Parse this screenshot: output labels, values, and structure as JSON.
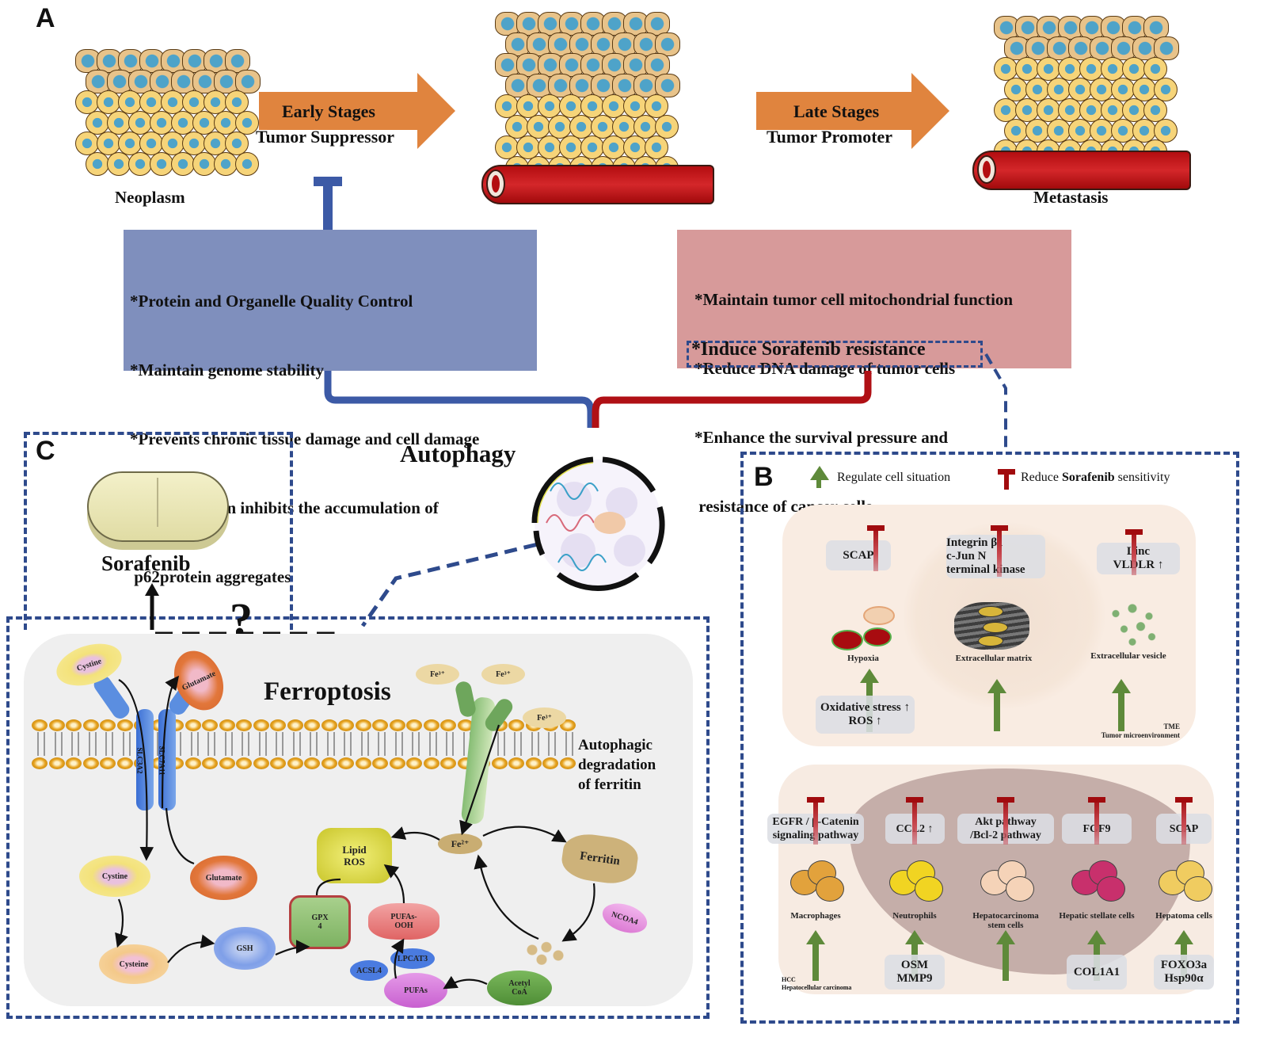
{
  "panels": {
    "a": "A",
    "b": "B",
    "c": "C"
  },
  "panel_a": {
    "neoplasm_label": "Neoplasm",
    "metastasis_label": "Metastasis",
    "early_arrow": {
      "title": "Early Stages",
      "subtitle": "Tumor Suppressor"
    },
    "late_arrow": {
      "title": "Late Stages",
      "subtitle": "Tumor Promoter"
    },
    "suppressor_box": {
      "color": "#7f8fbd",
      "lines": [
        "*Protein and Organelle Quality Control",
        "*Maintain genome stability",
        "*Prevents chronic tissue damage and cell damage",
        "*Inflammation inhibits the accumulation of",
        " p62protein aggregates"
      ]
    },
    "promoter_box": {
      "color": "#d79a9a",
      "lines": [
        "*Maintain tumor cell mitochondrial function",
        "*Reduce DNA damage of tumor cells",
        "*Enhance the survival pressure and",
        " resistance of cancer cells"
      ],
      "highlight": "*Induce Sorafenib resistance"
    },
    "autophagy_label": "Autophagy"
  },
  "panel_b": {
    "legend": {
      "regulate": "Regulate cell situation",
      "reduce_prefix": "Reduce ",
      "reduce_bold": "Sorafenib",
      "reduce_suffix": " sensitivity"
    },
    "tme": {
      "caption_line1": "TME",
      "caption_line2": "Tumor microenvironment",
      "items": [
        {
          "inhibitor": [
            "SCAP"
          ],
          "label": "Hypoxia",
          "regulator": [
            "Oxidative stress ↑",
            "ROS ↑"
          ]
        },
        {
          "inhibitor": [
            "Integrin β1",
            "c-Jun N",
            "terminal kinase"
          ],
          "label": "Extracellular matrix",
          "regulator": []
        },
        {
          "inhibitor": [
            "Linc",
            "VLDLR ↑"
          ],
          "label": "Extracellular vesicle",
          "regulator": []
        }
      ]
    },
    "hcc": {
      "caption_line1": "HCC",
      "caption_line2": "Hepatocellular carcinoma",
      "items": [
        {
          "inhibitor": [
            "EGFR / β-Catenin",
            "signaling pathway"
          ],
          "label": [
            "Macrophages"
          ],
          "regulator": []
        },
        {
          "inhibitor": [
            "CCL2 ↑"
          ],
          "label": [
            "Neutrophils"
          ],
          "regulator": [
            "OSM",
            "MMP9"
          ]
        },
        {
          "inhibitor": [
            "Akt pathway",
            "/Bcl-2 pathway"
          ],
          "label": [
            "Hepatocarcinoma",
            "stem cells"
          ],
          "regulator": []
        },
        {
          "inhibitor": [
            "FGF9"
          ],
          "label": [
            "Hepatic stellate cells"
          ],
          "regulator": [
            "COL1A1"
          ]
        },
        {
          "inhibitor": [
            "SCAP"
          ],
          "label": [
            "Hepatoma cells"
          ],
          "regulator": [
            "FOXO3a",
            "Hsp90α"
          ]
        }
      ]
    }
  },
  "panel_c": {
    "drug_label": "Sorafenib",
    "question_mark": "?",
    "ferroptosis_label": "Ferroptosis",
    "ferritin_note": [
      "Autophagic",
      "degradation",
      "of ferritin"
    ],
    "transporters": [
      "SLC3A2",
      "SLC7A11"
    ],
    "molecules": {
      "cystine_out": "Cystine",
      "glutamate_out": "Glutamate",
      "cystine_in": "Cystine",
      "glutamate_in": "Glutamate",
      "cysteine": "Cysteine",
      "gsh": "GSH",
      "gpx4": [
        "GPX",
        "4"
      ],
      "lipid_ros": [
        "Lipid",
        "ROS"
      ],
      "pufas_ooh": [
        "PUFAs-",
        "OOH"
      ],
      "lpcat3": "LPCAT3",
      "acsl4": "ACSL4",
      "pufas": "PUFAs",
      "acetyl_coa": [
        "Acetyl",
        "CoA"
      ],
      "fe3": "Fe³⁺",
      "fe2": "Fe²⁺",
      "ferritin": "Ferritin",
      "ncoa4": "NCOA4"
    }
  },
  "colors": {
    "dash_blue": "#2e4a8c",
    "suppress_blue": "#3c5aa6",
    "promote_red": "#b01015",
    "arrow_orange": "#e0843e",
    "arrow_green": "#5e8a3a"
  }
}
